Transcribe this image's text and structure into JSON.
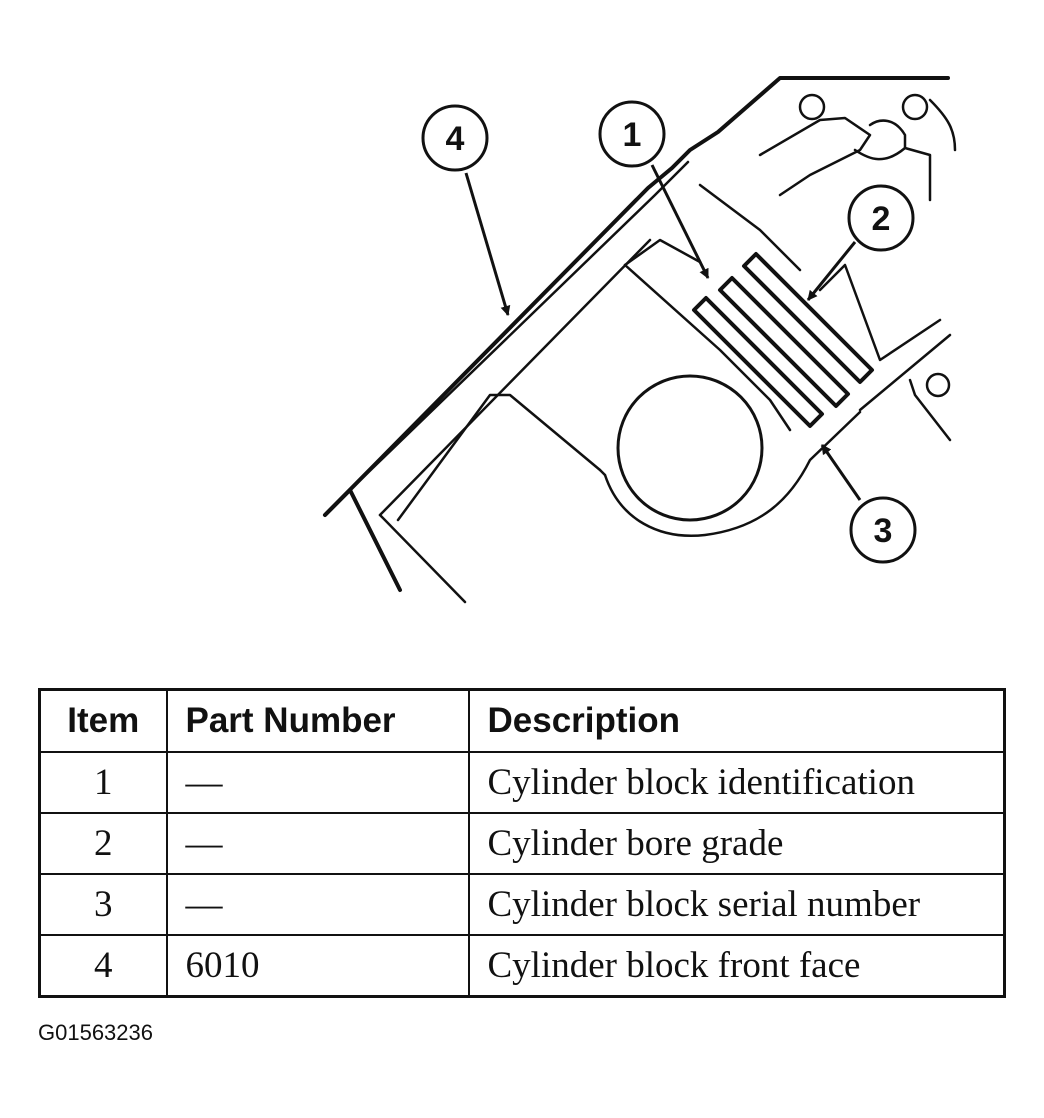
{
  "callouts": [
    {
      "number": "1",
      "target": "Cylinder block identification"
    },
    {
      "number": "2",
      "target": "Cylinder bore grade"
    },
    {
      "number": "3",
      "target": "Cylinder block serial number"
    },
    {
      "number": "4",
      "target": "Cylinder block front face"
    }
  ],
  "table": {
    "headers": {
      "item": "Item",
      "part_number": "Part Number",
      "description": "Description"
    },
    "rows": [
      {
        "item": "1",
        "part_number": "—",
        "description": "Cylinder block identification"
      },
      {
        "item": "2",
        "part_number": "—",
        "description": "Cylinder bore grade"
      },
      {
        "item": "3",
        "part_number": "—",
        "description": "Cylinder block serial number"
      },
      {
        "item": "4",
        "part_number": "6010",
        "description": "Cylinder block front face"
      }
    ]
  },
  "figure_id": "G01563236"
}
